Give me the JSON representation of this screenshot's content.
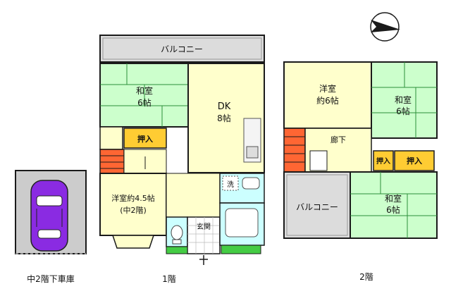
{
  "colors": {
    "tatami": "#ccffcc",
    "tatami_line": "#2d8f3a",
    "wood": "#ffffcc",
    "closet": "#ffcc33",
    "stairs": "#ff6633",
    "wet": "#ccffff",
    "balcony": "#dcdcdc",
    "wall": "#1a1a1a",
    "car": "#8a2be2",
    "garage": "#cccccc",
    "plant": "#44cc44"
  },
  "floor1": {
    "balcony": "バルコニー",
    "washitsu": {
      "name": "和室",
      "size": "6帖"
    },
    "oshiire": "押入",
    "dk": {
      "name": "DK",
      "size": "8帖"
    },
    "youshitsu": {
      "name": "洋室約4.5帖",
      "note": "(中2階)"
    },
    "sentaku": "洗",
    "genkan": "玄関",
    "caption": "1階"
  },
  "floor2": {
    "youshitsu": {
      "name": "洋室",
      "size": "約6帖"
    },
    "washitsu_a": {
      "name": "和室",
      "size": "6帖"
    },
    "washitsu_b": {
      "name": "和室",
      "size": "6帖"
    },
    "rouka": "廊下",
    "oshiire_a": "押入",
    "oshiire_b": "押入",
    "balcony": "バルコニー",
    "caption": "2階"
  },
  "garage": {
    "caption": "中2階下車庫"
  },
  "icons": {
    "compass": "north-arrow-icon",
    "car": "car-icon",
    "toilet": "toilet-icon",
    "bath": "bathtub-icon",
    "sink": "sink-icon",
    "entrance": "entrance-arrow-icon"
  }
}
